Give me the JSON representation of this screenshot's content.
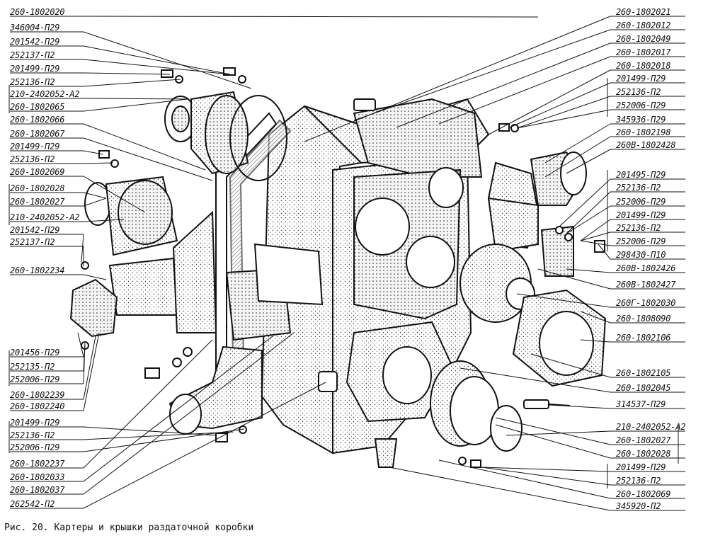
{
  "caption": "Рис. 20. Картеры и крышки раздаточной коробки",
  "left_labels": [
    "260-1802020",
    "346004-П29",
    "201542-П29",
    "252137-П2",
    "201499-П29",
    "252136-П2",
    "210-2402052-А2",
    "260-1802065",
    "260-1802066",
    "260-1802067",
    "201499-П29",
    "252136-П2",
    "260-1802069",
    "260-1802028",
    "260-1802027",
    "210-2402052-А2",
    "201542-П29",
    "252137-П2",
    "260-1802234",
    "201456-П29",
    "252135-П2",
    "252006-П29",
    "260-1802239",
    "260-1802240",
    "201499-П29",
    "252136-П2",
    "252006-П29",
    "260-1802237",
    "260-1802033",
    "260-1802037",
    "262542-П2"
  ],
  "right_labels": [
    "260-1802021",
    "260-1802012",
    "260-1802049",
    "260-1802017",
    "260-1802018",
    "201499-П29",
    "252136-П2",
    "252006-П29",
    "345936-П29",
    "260-1802198",
    "260В-1802428",
    "201495-П29",
    "252136-П2",
    "252006-П29",
    "201499-П29",
    "252136-П2",
    "252006-П29",
    "298430-П10",
    "260В-1802426",
    "260В-1802427",
    "260Г-1802030",
    "260-1808090",
    "260-1802106",
    "260-1802105",
    "260-1802045",
    "314537-П29",
    "210-2402052-А2",
    "260-1802027",
    "260-1802028",
    "201499-П29",
    "252136-П2",
    "260-1802069",
    "345920-П2"
  ]
}
